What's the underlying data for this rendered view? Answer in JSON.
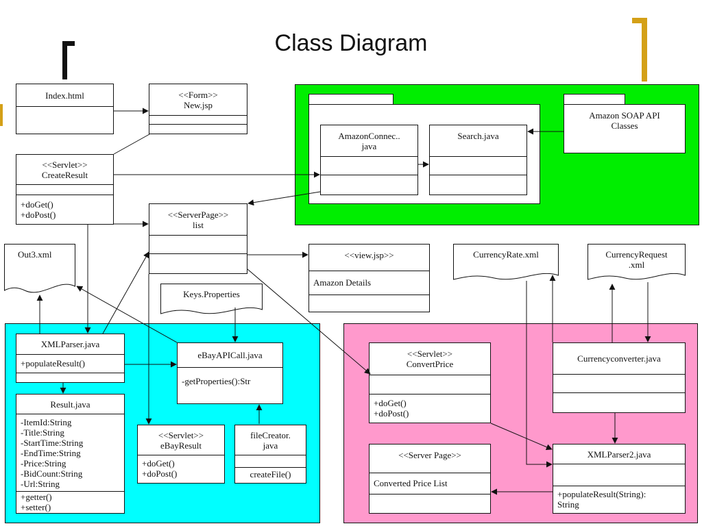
{
  "title": "Class Diagram",
  "colors": {
    "green_package": "#00ee00",
    "cyan_package": "#00ffff",
    "pink_package": "#ff99cc",
    "bracket_right": "#d4a017"
  },
  "classes": {
    "index_html": {
      "name": "Index.html"
    },
    "new_jsp": {
      "stereotype": "<<Form>>",
      "name": "New.jsp"
    },
    "create_result": {
      "stereotype": "<<Servlet>>",
      "name": "CreateResult",
      "methods": [
        "+doGet()",
        "+doPost()"
      ]
    },
    "list": {
      "stereotype": "<<ServerPage>>",
      "name": "list"
    },
    "view_jsp": {
      "stereotype": "<<view.jsp>>",
      "attributes": [
        "Amazon Details"
      ]
    },
    "amazon_connec": {
      "name_line1": "AmazonConnec..",
      "name_line2": "java"
    },
    "search_java": {
      "name": "Search.java"
    },
    "amazon_soap": {
      "name_line1": "Amazon SOAP API",
      "name_line2": "Classes"
    },
    "xml_parser": {
      "name": "XMLParser.java",
      "methods": [
        "+populateResult()"
      ]
    },
    "result_java": {
      "name": "Result.java",
      "attributes": [
        "-ItemId:String",
        "-Title:String",
        "-StartTime:String",
        "-EndTime:String",
        "-Price:String",
        "-BidCount:String",
        "-Url:String"
      ],
      "methods": [
        "+getter()",
        "+setter()"
      ]
    },
    "ebay_api_call": {
      "name": "eBayAPICall.java",
      "methods": [
        "-getProperties():Str"
      ]
    },
    "ebay_result": {
      "stereotype": "<<Servlet>>",
      "name": "eBayResult",
      "methods": [
        "+doGet()",
        "+doPost()"
      ]
    },
    "file_creator": {
      "name_line1": "fileCreator.",
      "name_line2": "java",
      "methods": [
        "createFile()"
      ]
    },
    "convert_price": {
      "stereotype": "<<Servlet>>",
      "name": "ConvertPrice",
      "methods": [
        "+doGet()",
        "+doPost()"
      ]
    },
    "currency_converter": {
      "name": "Currencyconverter.java"
    },
    "server_page": {
      "stereotype": "<<Server Page>>",
      "attributes": [
        "Converted Price List"
      ]
    },
    "xml_parser2": {
      "name": "XMLParser2.java",
      "methods": [
        "+populateResult(String):",
        "String"
      ]
    }
  },
  "documents": {
    "out3_xml": {
      "lines": [
        "Out3.xml"
      ]
    },
    "keys_properties": {
      "lines": [
        "Keys.Properties"
      ]
    },
    "currency_rate_xml": {
      "lines": [
        "CurrencyRate.xml"
      ]
    },
    "currency_request_xml": {
      "lines": [
        "CurrencyRequest",
        ".xml"
      ]
    }
  }
}
